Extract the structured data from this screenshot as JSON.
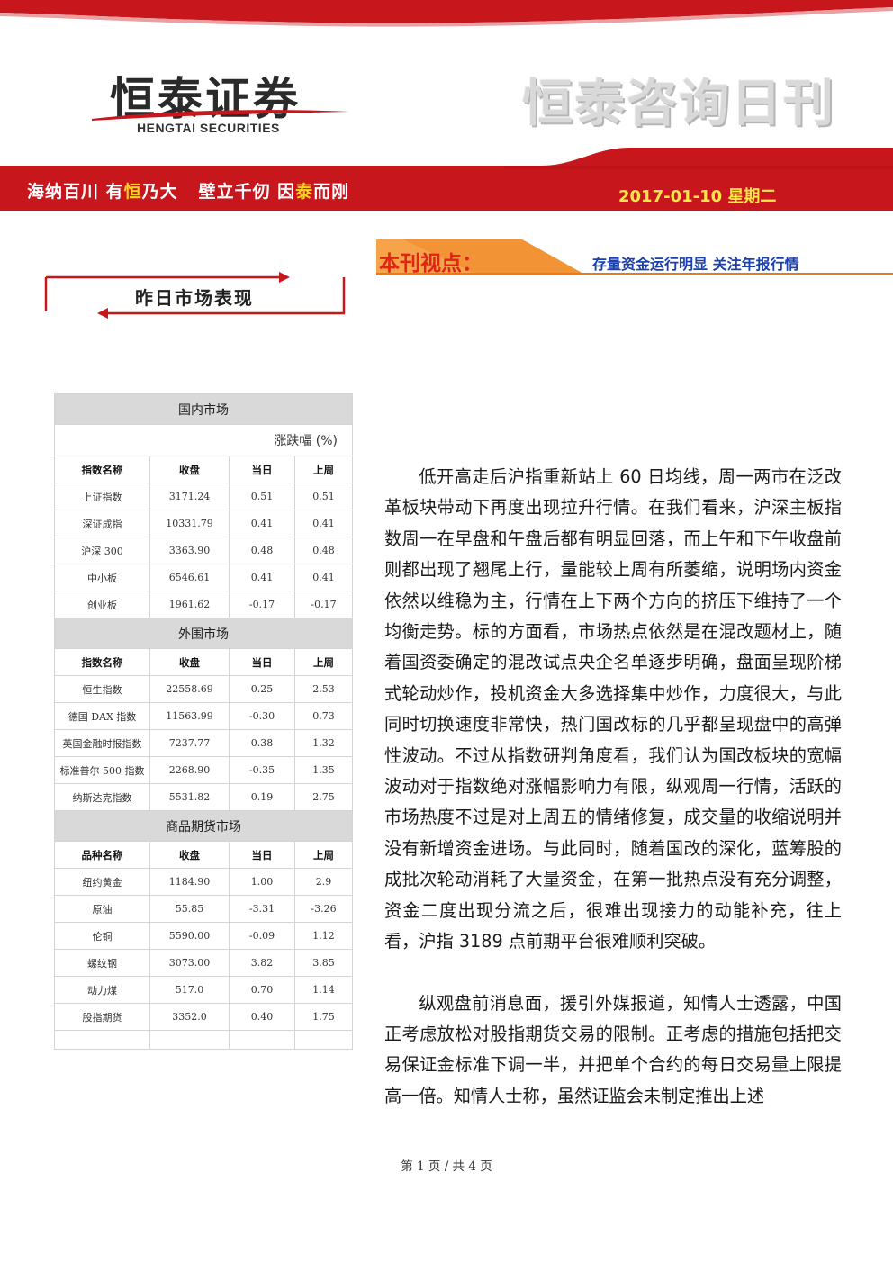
{
  "header": {
    "company_cn": "恒泰证券",
    "company_en": "HENGTAI SECURITIES",
    "publication": "恒泰咨询日刊",
    "slogan_a1": "海纳百川 有",
    "slogan_a2": "恒",
    "slogan_a3": "乃大",
    "slogan_b1": "壁立千仞 因",
    "slogan_b2": "泰",
    "slogan_b3": "而刚",
    "date": "2017-01-10 星期二",
    "colors": {
      "brand_red": "#c8161d",
      "date_yellow": "#ffe54a",
      "link_blue": "#1a3fae"
    }
  },
  "viewpoint": {
    "label": "本刊视点：",
    "text": "存量资金运行明显 关注年报行情"
  },
  "section_title": "昨日市场表现",
  "table": {
    "unit_label": "涨跌幅 (%)",
    "groups": [
      {
        "title": "国内市场",
        "headers": [
          "指数名称",
          "收盘",
          "当日",
          "上周"
        ],
        "rows": [
          [
            "上证指数",
            "3171.24",
            "0.51",
            "0.51"
          ],
          [
            "深证成指",
            "10331.79",
            "0.41",
            "0.41"
          ],
          [
            "沪深 300",
            "3363.90",
            "0.48",
            "0.48"
          ],
          [
            "中小板",
            "6546.61",
            "0.41",
            "0.41"
          ],
          [
            "创业板",
            "1961.62",
            "-0.17",
            "-0.17"
          ]
        ]
      },
      {
        "title": "外围市场",
        "headers": [
          "指数名称",
          "收盘",
          "当日",
          "上周"
        ],
        "rows": [
          [
            "恒生指数",
            "22558.69",
            "0.25",
            "2.53"
          ],
          [
            "德国 DAX 指数",
            "11563.99",
            "-0.30",
            "0.73"
          ],
          [
            "英国金融时报指数",
            "7237.77",
            "0.38",
            "1.32"
          ],
          [
            "标准普尔 500 指数",
            "2268.90",
            "-0.35",
            "1.35"
          ],
          [
            "纳斯达克指数",
            "5531.82",
            "0.19",
            "2.75"
          ]
        ]
      },
      {
        "title": "商品期货市场",
        "headers": [
          "品种名称",
          "收盘",
          "当日",
          "上周"
        ],
        "rows": [
          [
            "纽约黄金",
            "1184.90",
            "1.00",
            "2.9"
          ],
          [
            "原油",
            "55.85",
            "-3.31",
            "-3.26"
          ],
          [
            "伦铜",
            "5590.00",
            "-0.09",
            "1.12"
          ],
          [
            "螺纹钢",
            "3073.00",
            "3.82",
            "3.85"
          ],
          [
            "动力煤",
            "517.0",
            "0.70",
            "1.14"
          ],
          [
            "股指期货",
            "3352.0",
            "0.40",
            "1.75"
          ]
        ]
      }
    ]
  },
  "article": {
    "p1": "低开高走后沪指重新站上 60 日均线，周一两市在泛改革板块带动下再度出现拉升行情。在我们看来，沪深主板指数周一在早盘和午盘后都有明显回落，而上午和下午收盘前则都出现了翘尾上行，量能较上周有所萎缩，说明场内资金依然以维稳为主，行情在上下两个方向的挤压下维持了一个均衡走势。标的方面看，市场热点依然是在混改题材上，随着国资委确定的混改试点央企名单逐步明确，盘面呈现阶梯式轮动炒作，投机资金大多选择集中炒作，力度很大，与此同时切换速度非常快，热门国改标的几乎都呈现盘中的高弹性波动。不过从指数研判角度看，我们认为国改板块的宽幅波动对于指数绝对涨幅影响力有限，纵观周一行情，活跃的市场热度不过是对上周五的情绪修复，成交量的收缩说明并没有新增资金进场。与此同时，随着国改的深化，蓝筹股的成批次轮动消耗了大量资金，在第一批热点没有充分调整，资金二度出现分流之后，很难出现接力的动能补充，往上看，沪指 3189 点前期平台很难顺利突破。",
    "p2": "纵观盘前消息面，援引外媒报道，知情人士透露，中国正考虑放松对股指期货交易的限制。正考虑的措施包括把交易保证金标准下调一半，并把单个合约的每日交易量上限提高一倍。知情人士称，虽然证监会未制定推出上述"
  },
  "footer": "第 1 页 / 共 4 页"
}
